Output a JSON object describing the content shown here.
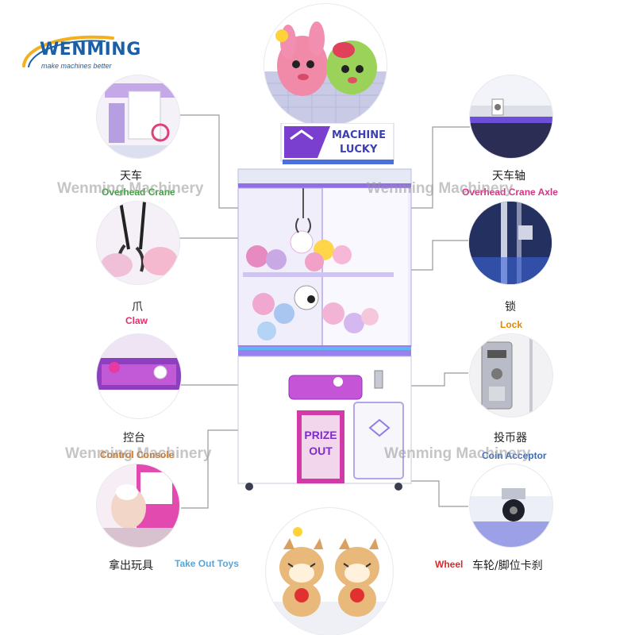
{
  "logo": {
    "brand": "WENMING",
    "tagline": "make machines better",
    "color": "#1a5fa8",
    "swoosh": "#f2b01e"
  },
  "machine": {
    "marquee_line1": "MACHINE",
    "marquee_line2": "LUCKY",
    "prize_line1": "PRIZE",
    "prize_line2": "OUT"
  },
  "watermark": "Wenming Machinery",
  "parts": {
    "overhead_crane": {
      "zh": "天车",
      "en": "Overhead Crane",
      "color": "#3aa43a"
    },
    "overhead_crane_axle": {
      "zh": "天车轴",
      "en": "Overhead Crane Axle",
      "color": "#d63384"
    },
    "claw": {
      "zh": "爪",
      "en": "Claw",
      "color": "#e0306e"
    },
    "lock": {
      "zh": "锁",
      "en": "Lock",
      "color": "#e08a00"
    },
    "control_console": {
      "zh": "控台",
      "en": "Control Console",
      "color": "#d6731a"
    },
    "coin_acceptor": {
      "zh": "投币器",
      "en": "Coin Acceptor",
      "color": "#3d6ab8"
    },
    "take_out_toys": {
      "zh": "拿出玩具",
      "en": "Take Out Toys",
      "color": "#5aa5d6"
    },
    "wheel": {
      "zh": "车轮/脚位卡刹",
      "en": "Wheel",
      "color": "#d62b2b"
    }
  }
}
